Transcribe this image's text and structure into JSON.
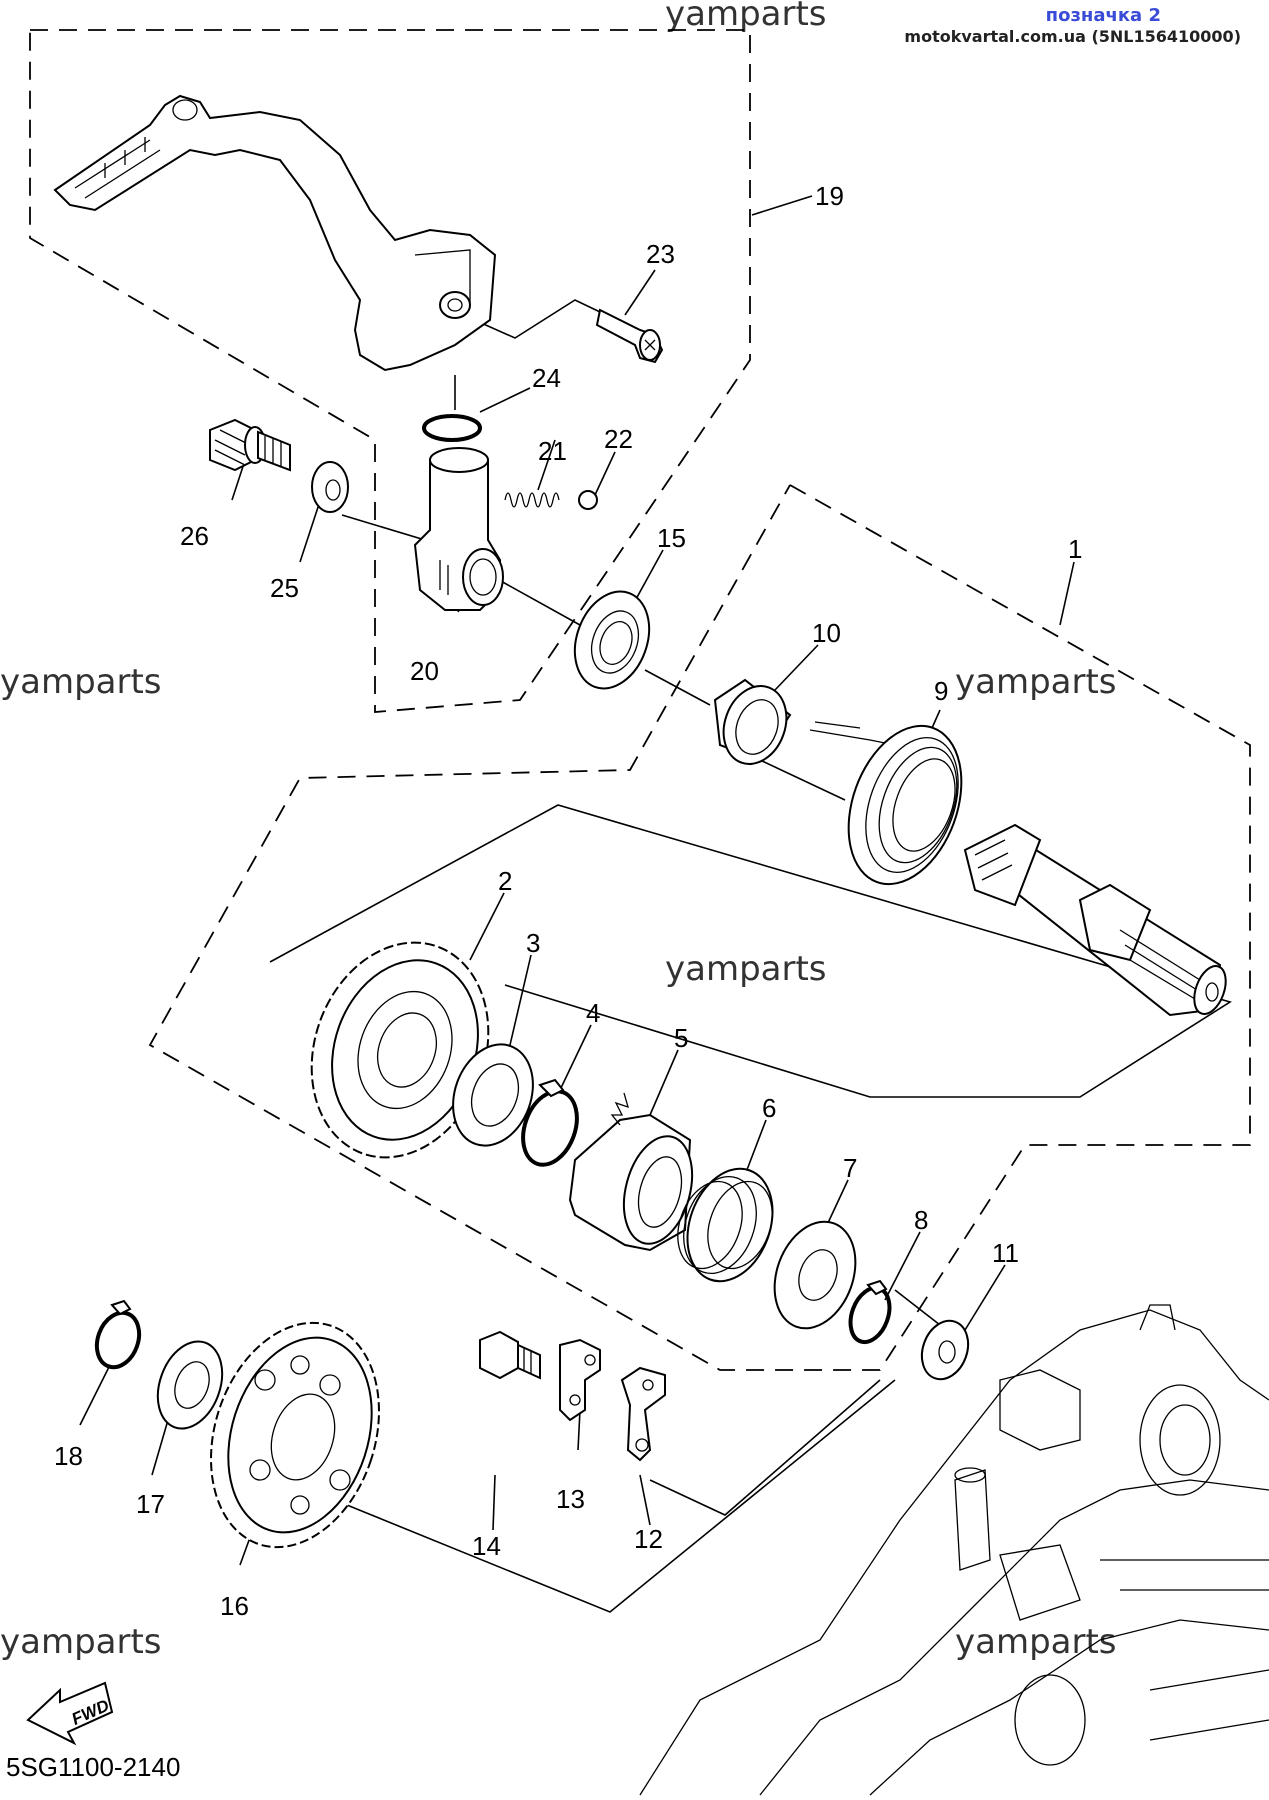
{
  "header": {
    "title": "позначка 2",
    "source": "motokvartal.com.ua (5NL156410000)"
  },
  "watermarks": [
    "yamparts",
    "yamparts",
    "yamparts",
    "yamparts",
    "yamparts",
    "yamparts"
  ],
  "diagram_code": "5SG1100-2140",
  "fwd_label": "FWD",
  "callouts": [
    "1",
    "2",
    "3",
    "4",
    "5",
    "6",
    "7",
    "8",
    "9",
    "10",
    "11",
    "12",
    "13",
    "14",
    "15",
    "16",
    "17",
    "18",
    "19",
    "20",
    "21",
    "22",
    "23",
    "24",
    "25",
    "26"
  ],
  "colors": {
    "header_title": "#3a4bd8",
    "lines": "#000000"
  }
}
